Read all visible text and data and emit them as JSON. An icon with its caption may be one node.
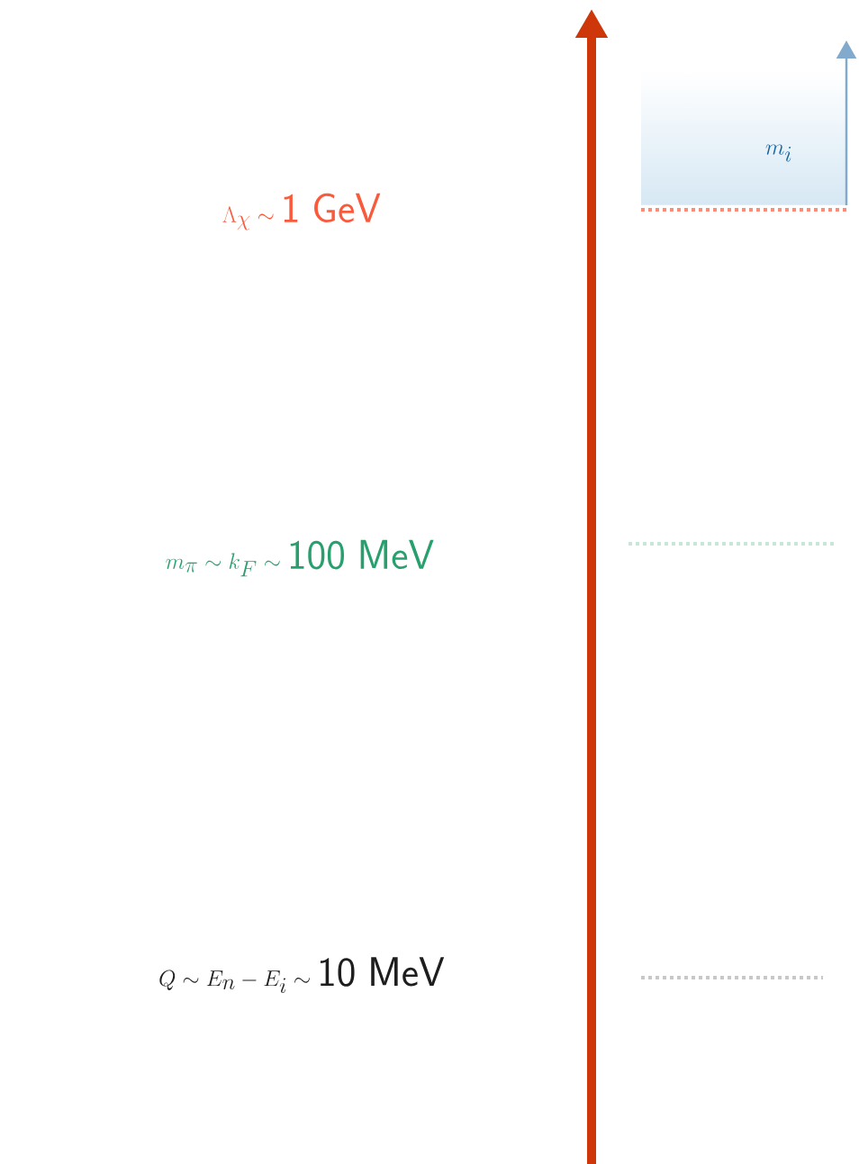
{
  "diagram": {
    "nodes": [
      {
        "text": [
          "m_i"
        ]
      }
    ],
    "labels": [
      "\\Lambda_\\chi \\sim \\mathsf{1\\ GeV}",
      "m_\\pi \\sim k_F \\sim \\mathsf{100\\ MeV}",
      "Q \\sim E_n - E_i \\sim \\mathsf{10\\ MeV}"
    ]
  }
}
